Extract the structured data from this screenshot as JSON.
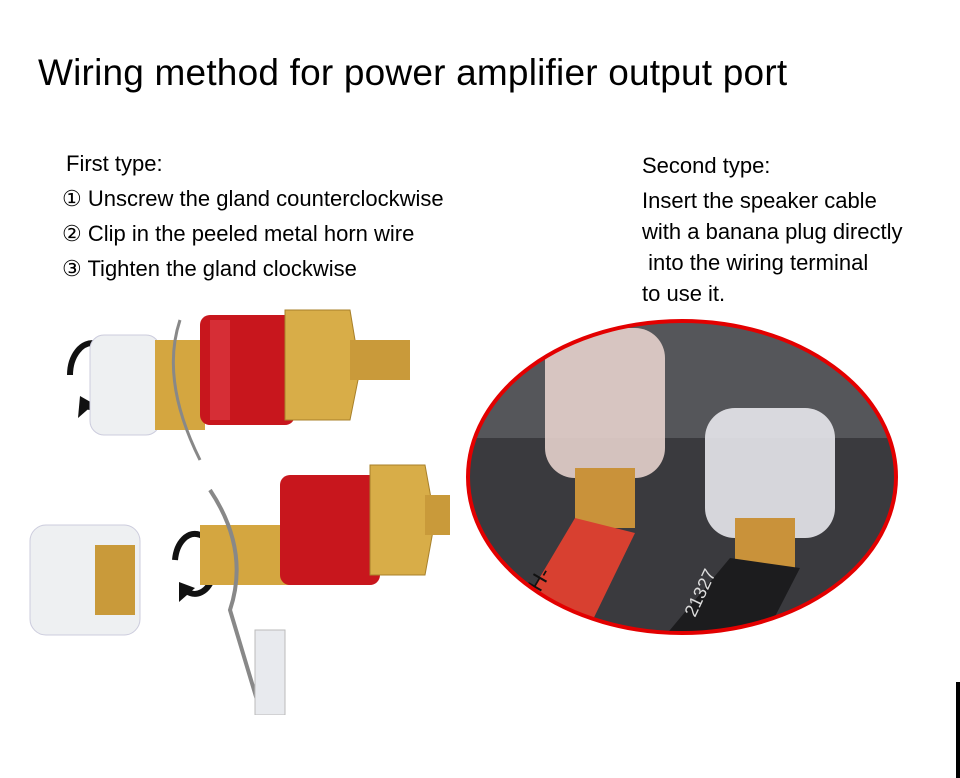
{
  "title": "Wiring method for power amplifier output port",
  "first_type": {
    "heading": "First type:",
    "steps": [
      "① Unscrew the gland counterclockwise",
      "② Clip in the peeled metal horn wire",
      "③ Tighten the gland clockwise"
    ]
  },
  "second_type": {
    "heading": "Second type:",
    "lines": [
      "Insert the speaker cable",
      "with a banana plug directly",
      " into the wiring terminal",
      "to use it."
    ]
  },
  "closeup": {
    "red_cable_marking": "H-",
    "black_cable_marking": "21327"
  },
  "colors": {
    "oval_border": "#e30000",
    "terminal_red": "#c8161d",
    "brass": "#d4a640"
  }
}
